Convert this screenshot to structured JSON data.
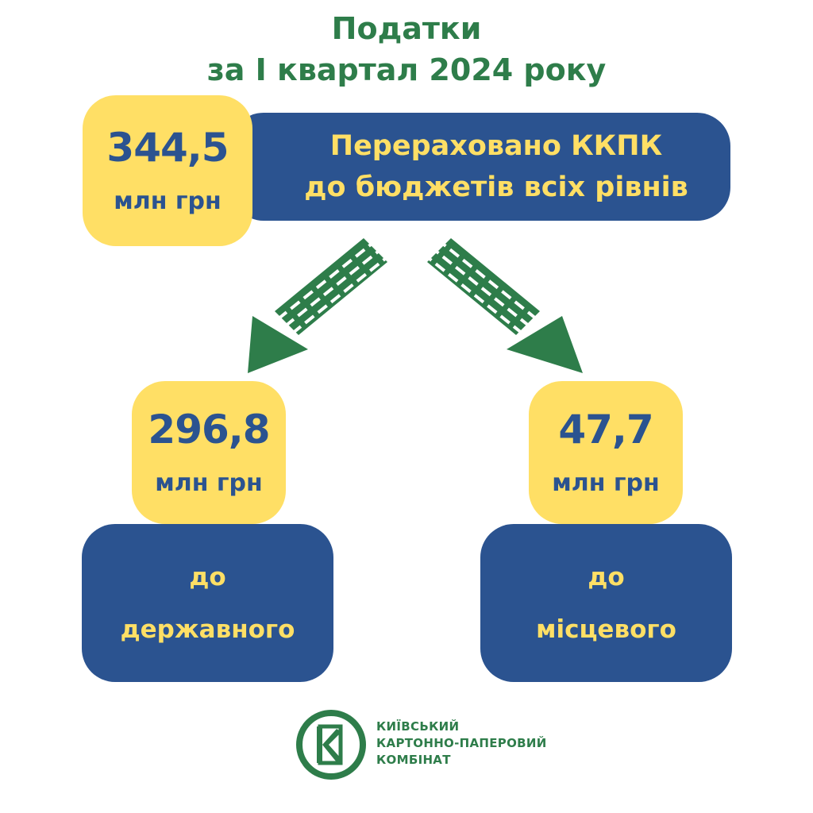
{
  "title": {
    "line1": "Податки",
    "line2": "за I квартал 2024 року"
  },
  "total": {
    "value": "344,5",
    "unit": "млн грн",
    "label_line1": "Перераховано ККПК",
    "label_line2": "до бюджетів всіх рівнів"
  },
  "branches": [
    {
      "value": "296,8",
      "unit": "млн грн",
      "label_line1": "до",
      "label_line2": "державного"
    },
    {
      "value": "47,7",
      "unit": "млн грн",
      "label_line1": "до",
      "label_line2": "місцевого"
    }
  ],
  "company": {
    "line1": "КИЇВСЬКИЙ",
    "line2": "КАРТОННО-ПАПЕРОВИЙ",
    "line3": "КОМБІНАТ"
  },
  "colors": {
    "green": "#2e7d4a",
    "blue": "#2b5390",
    "yellow": "#ffdf65"
  },
  "icons": {
    "arrow_left": "arrow-down-left-icon",
    "arrow_right": "arrow-down-right-icon",
    "logo": "kkpk-logo-icon"
  }
}
